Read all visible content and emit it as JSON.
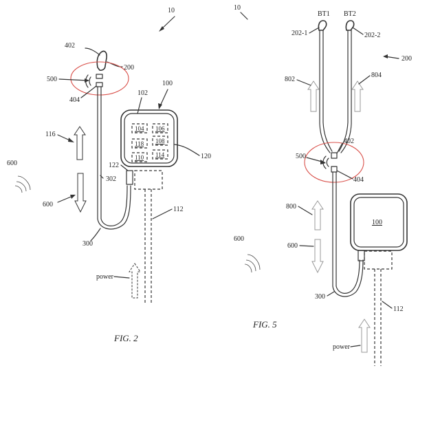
{
  "fig2": {
    "caption": "FIG. 2",
    "ref_top": "10",
    "labels": {
      "l402": "402",
      "l200": "200",
      "l500": "500",
      "l404": "404",
      "l102": "102",
      "l100": "100",
      "l120": "120",
      "l116": "116",
      "l122": "122",
      "l302": "302",
      "l600": "600",
      "l600b": "600",
      "l300": "300",
      "l112": "112",
      "power": "power"
    },
    "modules": [
      "104",
      "106",
      "118",
      "108",
      "110",
      "114"
    ]
  },
  "fig5": {
    "caption": "FIG. 5",
    "ref_top": "10",
    "labels": {
      "bt1": "BT1",
      "bt2": "BT2",
      "l2021": "202-1",
      "l2022": "202-2",
      "l200": "200",
      "l802": "802",
      "l804": "804",
      "l500": "500",
      "l402": "402",
      "l404": "404",
      "l800": "800",
      "l600": "600",
      "l600b": "600",
      "l100": "100",
      "l300": "300",
      "l112": "112",
      "power": "power"
    }
  }
}
